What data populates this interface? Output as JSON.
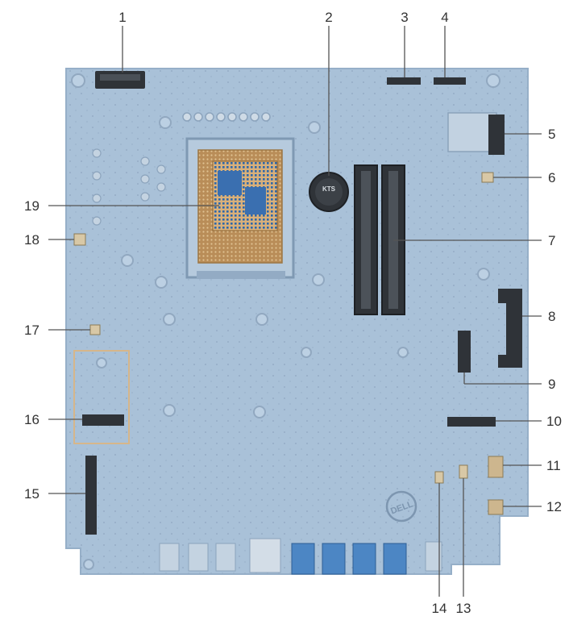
{
  "callouts": [
    "1",
    "2",
    "3",
    "4",
    "5",
    "6",
    "7",
    "8",
    "9",
    "10",
    "11",
    "12",
    "13",
    "14",
    "15",
    "16",
    "17",
    "18",
    "19"
  ],
  "board_marks": {
    "cmos_battery": "KTS",
    "brand_logo": "DELL"
  },
  "colors": {
    "board": "#a9c1d8",
    "board_dark": "#8fa9c3",
    "connector": "#2f3338",
    "socket_pins": "#c9a26d",
    "cpu_chip": "#3a6fb0",
    "leader": "#555555",
    "callout_text": "#333333"
  }
}
